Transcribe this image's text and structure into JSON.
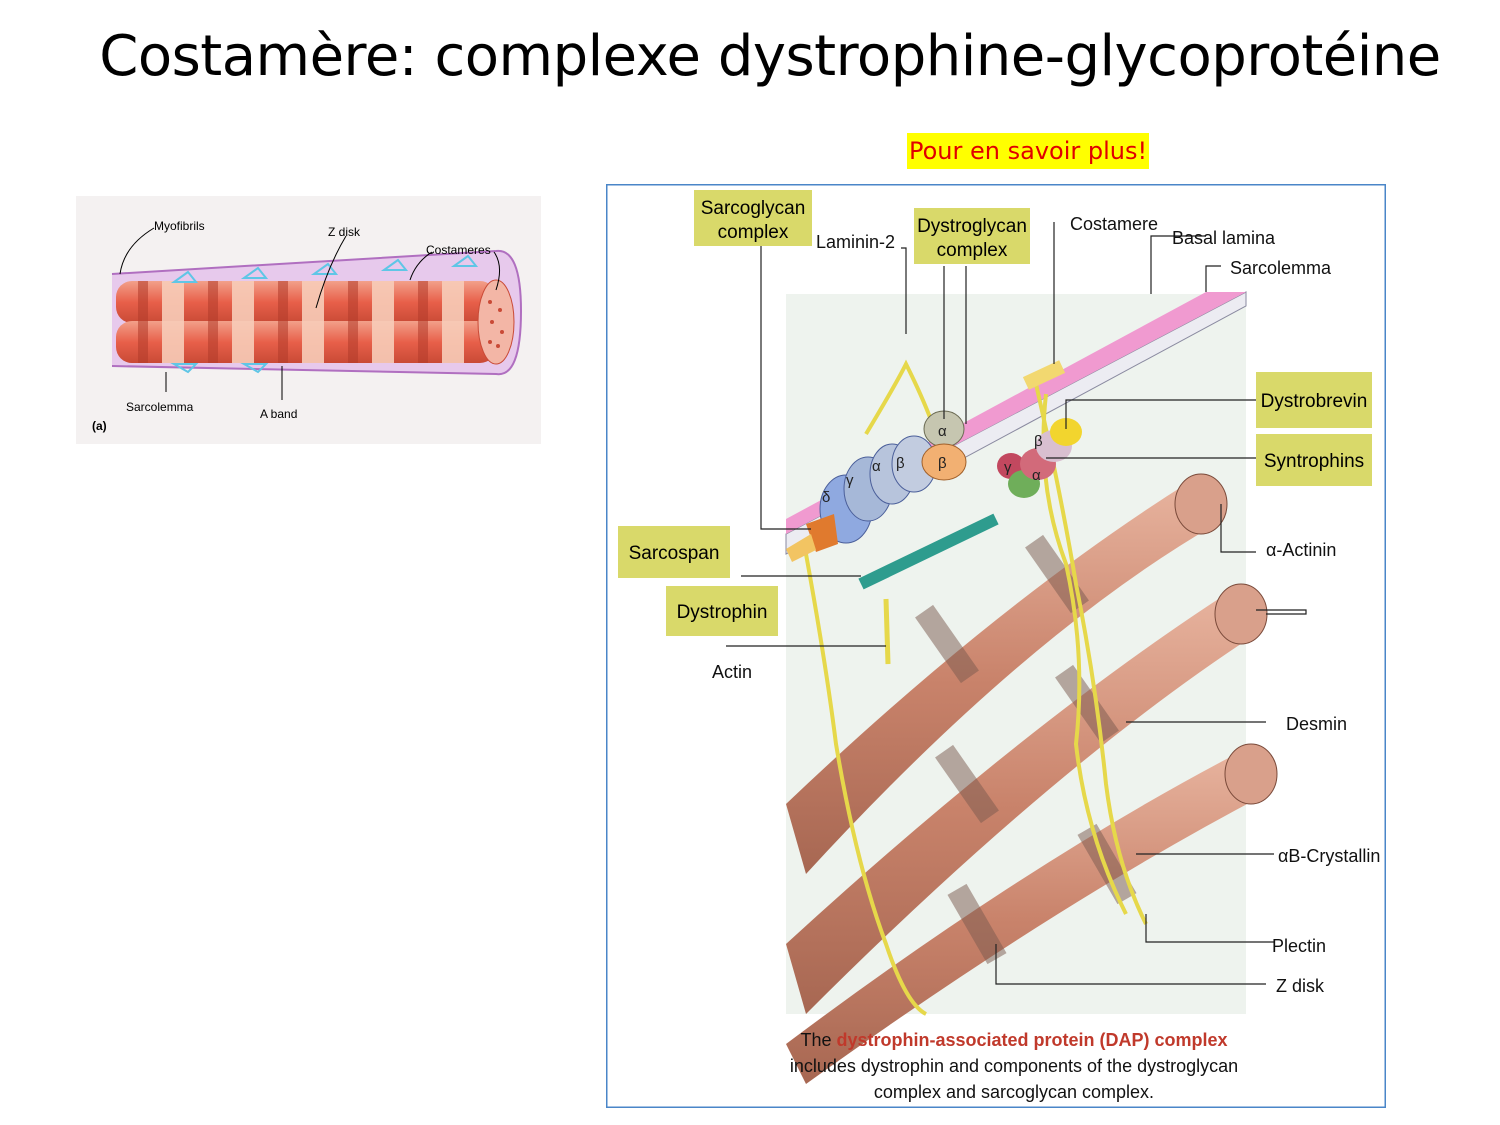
{
  "slide": {
    "title": "Costamère: complexe dystrophine-glycoprotéine",
    "more_link": "Pour en savoir plus!"
  },
  "figure_a": {
    "labels": {
      "myofibrils": "Myofibrils",
      "z_disk": "Z disk",
      "costameres": "Costameres",
      "sarcolemma": "Sarcolemma",
      "a_band": "A band",
      "panel": "(a)"
    }
  },
  "figure_b": {
    "boxed_labels": {
      "sarcoglycan_1": "Sarcoglycan",
      "sarcoglycan_2": "complex",
      "dystroglycan_1": "Dystroglycan",
      "dystroglycan_2": "complex",
      "dystrobrevin": "Dystrobrevin",
      "syntrophins": "Syntrophins",
      "sarcospan": "Sarcospan",
      "dystrophin": "Dystrophin"
    },
    "labels": {
      "laminin2": "Laminin-2",
      "costamere": "Costamere",
      "basal_lamina": "Basal lamina",
      "sarcolemma": "Sarcolemma",
      "alpha_actinin": "α-Actinin",
      "actin": "Actin",
      "desmin": "Desmin",
      "ab_crystallin": "αB-Crystallin",
      "plectin": "Plectin",
      "z_disk": "Z disk"
    },
    "greek": {
      "alpha": "α",
      "beta": "β",
      "gamma": "γ",
      "delta": "δ"
    },
    "caption": {
      "prefix": "The ",
      "highlight": "dystrophin-associated protein (DAP) complex",
      "line2": "includes dystrophin and components of the dystroglycan",
      "line3": "complex and sarcoglycan complex."
    },
    "colors": {
      "label_box": "#d9d96a",
      "caption_highlight": "#c0392b",
      "frame": "#4a86c8"
    }
  }
}
